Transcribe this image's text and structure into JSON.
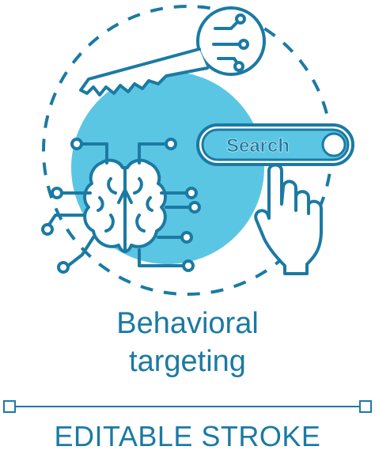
{
  "colors": {
    "stroke": "#1b7aa3",
    "fill": "#5bc6e3",
    "background": "#ffffff"
  },
  "icon": {
    "search_label": "Search",
    "title_line1": "Behavioral",
    "title_line2": "targeting",
    "footer": "EDITABLE STROKE"
  }
}
